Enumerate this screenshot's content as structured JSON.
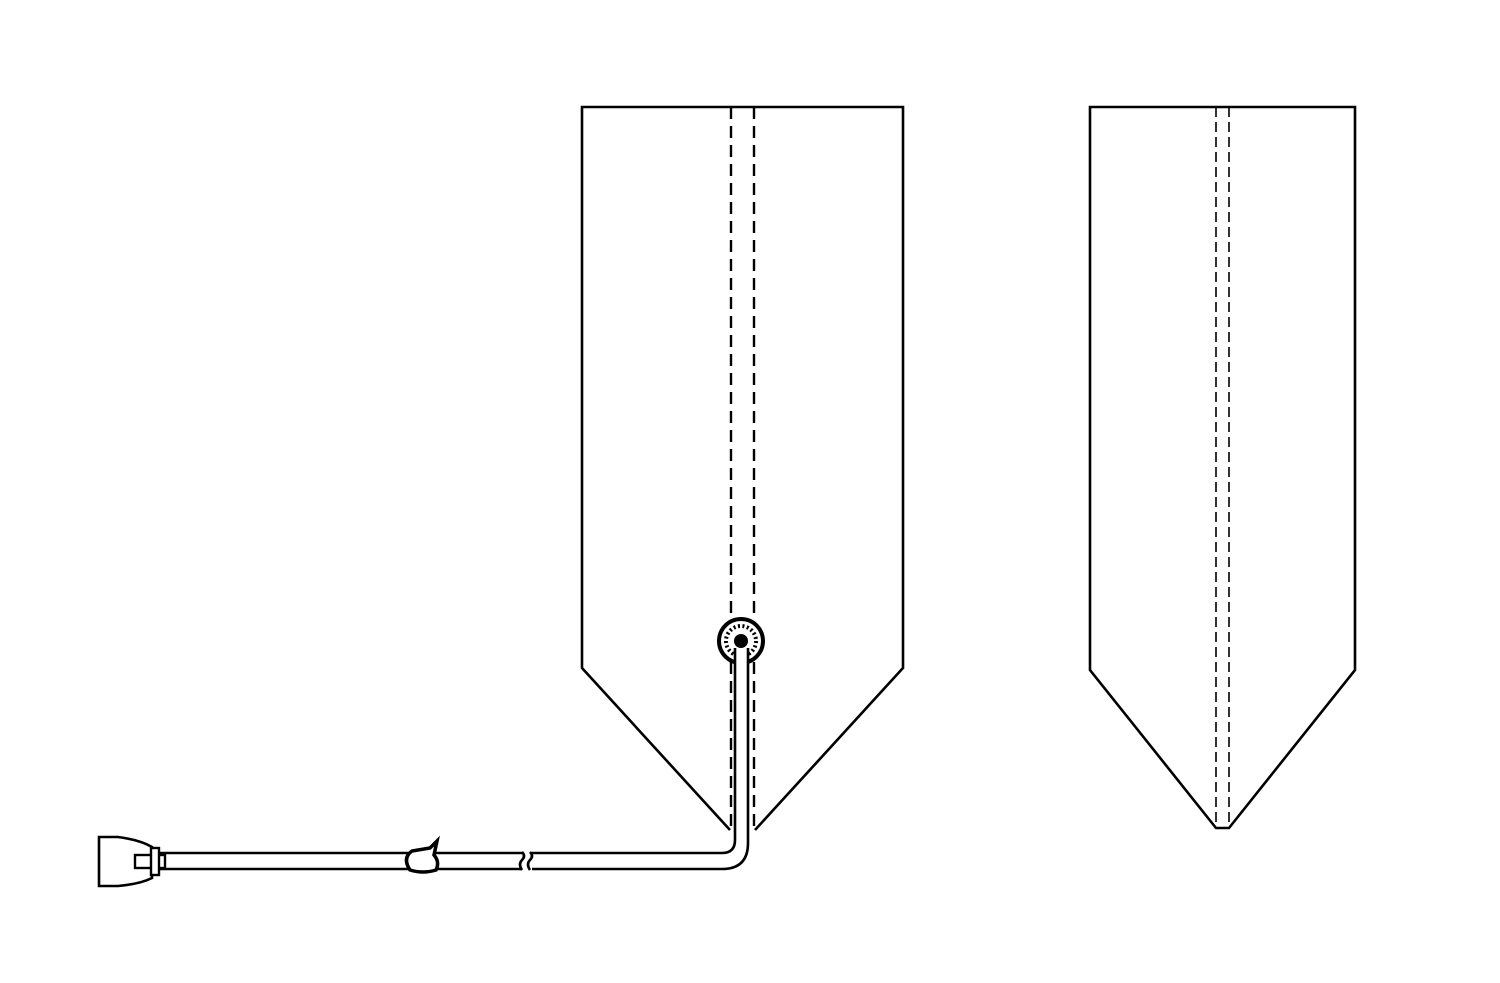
{
  "figure": {
    "description_text": "",
    "colors": {
      "line": "#000000",
      "background": "#ffffff"
    },
    "components": [
      "bag-with-tube",
      "bag-plain",
      "tube",
      "connector",
      "clamp",
      "port-fitting"
    ]
  }
}
